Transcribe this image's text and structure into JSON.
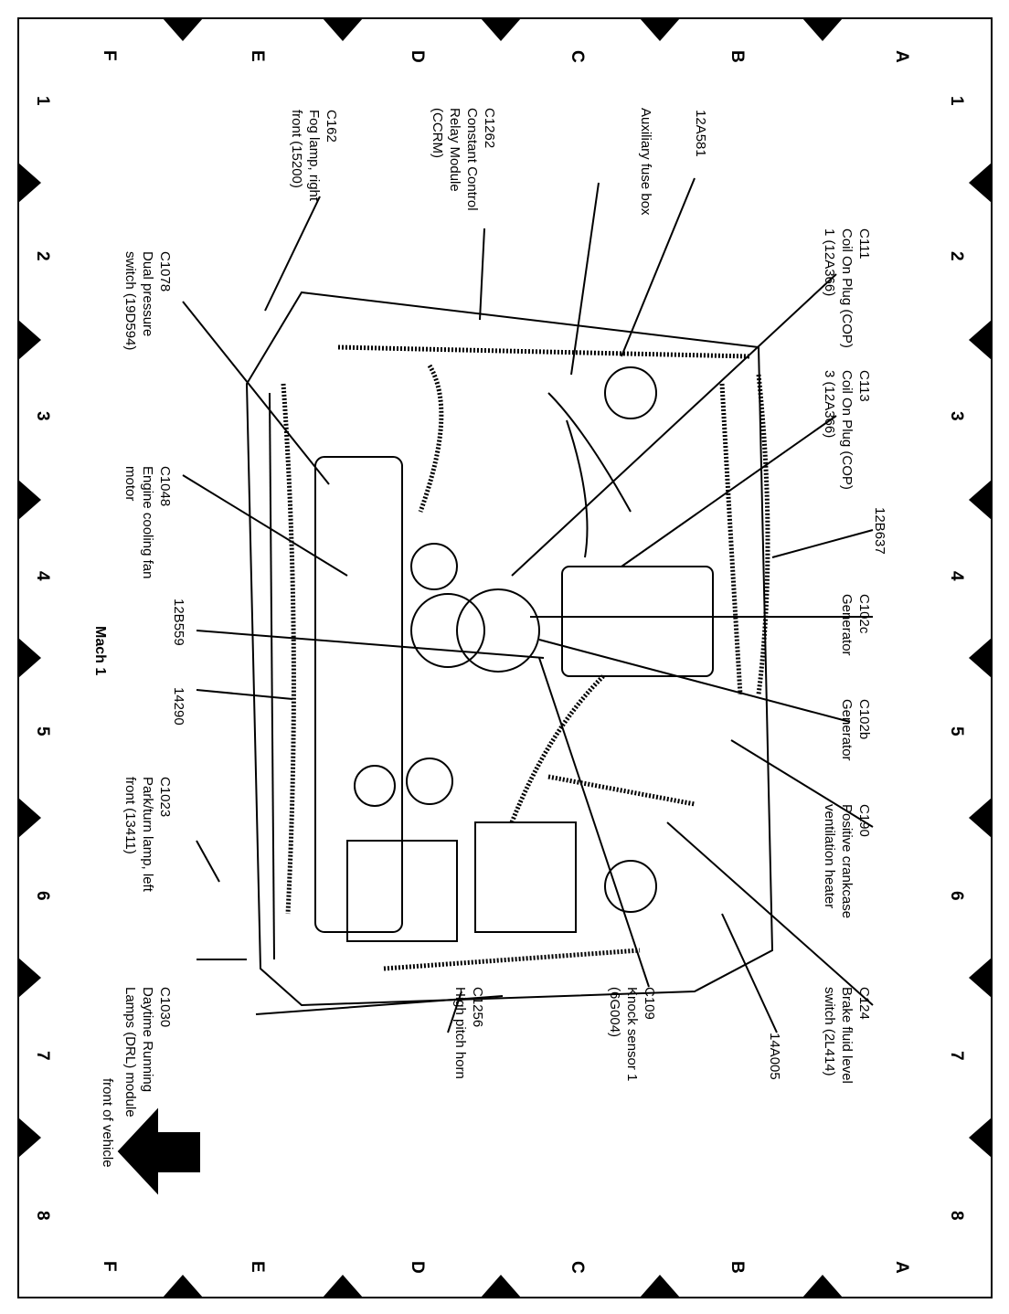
{
  "grid": {
    "letters": [
      "A",
      "B",
      "C",
      "D",
      "E",
      "F"
    ],
    "numbers": [
      "1",
      "2",
      "3",
      "4",
      "5",
      "6",
      "7",
      "8"
    ]
  },
  "title": "Mach 1",
  "orientation_note": "front of vehicle",
  "callouts": [
    {
      "id": "C111",
      "lines": [
        "C111",
        "Coil On Plug (COP)",
        "1 (12A366)"
      ]
    },
    {
      "id": "C113",
      "lines": [
        "C113",
        "Coil On Plug (COP)",
        "3 (12A366)"
      ]
    },
    {
      "id": "12B637",
      "lines": [
        "12B637"
      ]
    },
    {
      "id": "C102c",
      "lines": [
        "C102c",
        "Generator"
      ]
    },
    {
      "id": "C102b",
      "lines": [
        "C102b",
        "Generator"
      ]
    },
    {
      "id": "C190",
      "lines": [
        "C190",
        "Positive crankcase",
        "ventilation heater"
      ]
    },
    {
      "id": "C124",
      "lines": [
        "C124",
        "Brake fluid level",
        "switch (2L414)"
      ]
    },
    {
      "id": "14A005",
      "lines": [
        "14A005"
      ]
    },
    {
      "id": "12A581",
      "lines": [
        "12A581"
      ]
    },
    {
      "id": "aux-fuse",
      "lines": [
        "Auxiliary fuse box"
      ]
    },
    {
      "id": "C1262",
      "lines": [
        "C1262",
        "Constant Control",
        "Relay Module",
        "(CCRM)"
      ]
    },
    {
      "id": "C109",
      "lines": [
        "C109",
        "Knock sensor 1",
        "(6G004)"
      ]
    },
    {
      "id": "C1256",
      "lines": [
        "C1256",
        "High pitch horn"
      ]
    },
    {
      "id": "C162",
      "lines": [
        "C162",
        "Fog lamp, right",
        "front (15200)"
      ]
    },
    {
      "id": "C1078",
      "lines": [
        "C1078",
        "Dual pressure",
        "switch (19D594)"
      ]
    },
    {
      "id": "C1048",
      "lines": [
        "C1048",
        "Engine cooling fan",
        "motor"
      ]
    },
    {
      "id": "12B559",
      "lines": [
        "12B559"
      ]
    },
    {
      "id": "14290",
      "lines": [
        "14290"
      ]
    },
    {
      "id": "C1023",
      "lines": [
        "C1023",
        "Park/turn lamp, left",
        "front (13411)"
      ]
    },
    {
      "id": "C1030",
      "lines": [
        "C1030",
        "Daytime Running",
        "Lamps (DRL) module"
      ]
    }
  ]
}
